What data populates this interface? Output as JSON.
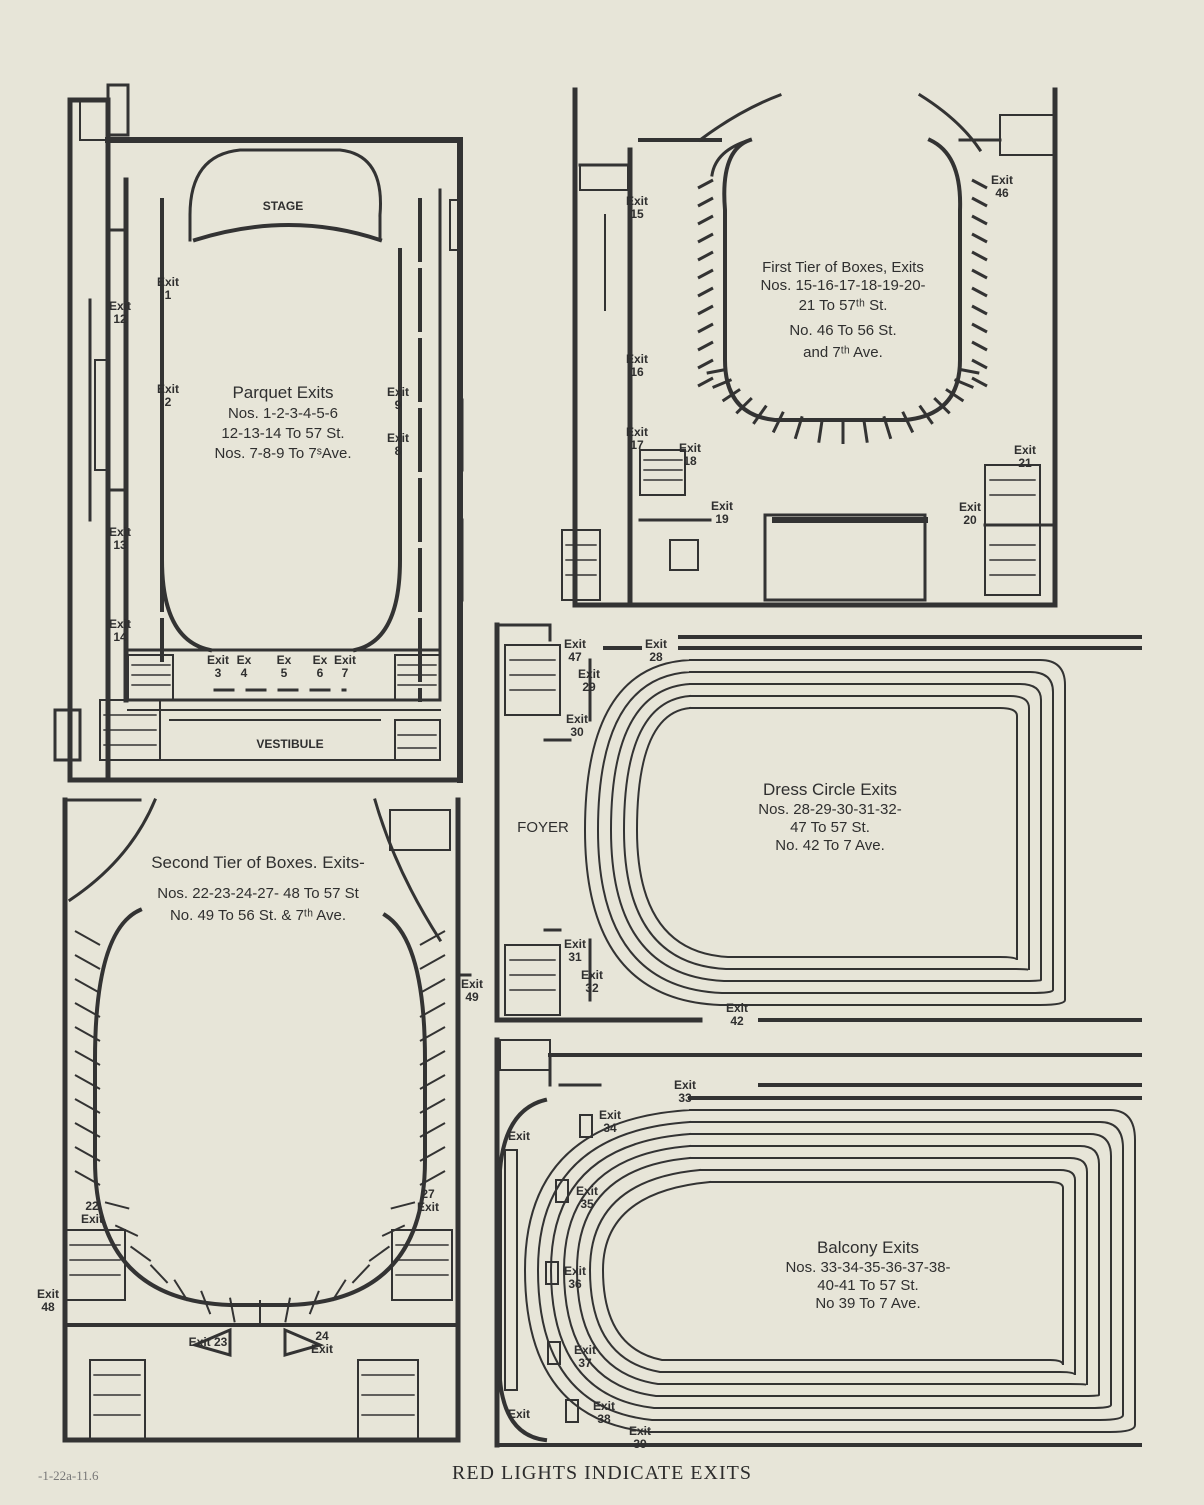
{
  "footer": {
    "title": "RED LIGHTS INDICATE EXITS",
    "catalog": "-1-22a-11.6"
  },
  "colors": {
    "paper": "#e7e5d8",
    "ink": "#2f2f2f"
  },
  "parquet": {
    "stage": "STAGE",
    "vestibule": "VESTIBULE",
    "title": "Parquet Exits",
    "lines": [
      "Nos. 1-2-3-4-5-6",
      "12-13-14 To 57 St.",
      "Nos. 7-8-9 To 7ˢAve."
    ],
    "exits": [
      {
        "a": "Exit",
        "b": "1"
      },
      {
        "a": "Exit",
        "b": "2"
      },
      {
        "a": "Exit",
        "b": "9"
      },
      {
        "a": "Exit",
        "b": "8"
      },
      {
        "a": "Exit",
        "b": "12"
      },
      {
        "a": "Exit",
        "b": "13"
      },
      {
        "a": "Exit",
        "b": "14"
      },
      {
        "a": "Exit",
        "b": "3"
      },
      {
        "a": "Ex",
        "b": "4"
      },
      {
        "a": "Ex",
        "b": "5"
      },
      {
        "a": "Ex",
        "b": "6"
      },
      {
        "a": "Exit",
        "b": "7"
      }
    ]
  },
  "first_tier": {
    "title": "First Tier of Boxes, Exits",
    "lines": [
      "Nos. 15-16-17-18-19-20-",
      "21 To 57ᵗʰ St.",
      "No. 46 To 56 St.",
      "and 7ᵗʰ Ave."
    ],
    "exits": [
      {
        "a": "Exit",
        "b": "15"
      },
      {
        "a": "Exit",
        "b": "16"
      },
      {
        "a": "Exit",
        "b": "17"
      },
      {
        "a": "Exit",
        "b": "18"
      },
      {
        "a": "Exit",
        "b": "19"
      },
      {
        "a": "Exit",
        "b": "20"
      },
      {
        "a": "Exit",
        "b": "46"
      },
      {
        "a": "Exit",
        "b": "21"
      }
    ]
  },
  "second_tier": {
    "title": "Second Tier of Boxes. Exits-",
    "lines": [
      "Nos. 22-23-24-27- 48 To 57 St",
      "No. 49 To 56 St. & 7ᵗʰ Ave."
    ],
    "exits": [
      {
        "a": "Exit",
        "b": "49"
      },
      {
        "a": "22",
        "b": "Exit"
      },
      {
        "a": "27",
        "b": "Exit"
      },
      {
        "a": "Exit",
        "b": "48"
      },
      {
        "a": "Exit 23",
        "b": ""
      },
      {
        "a": "24",
        "b": "Exit"
      }
    ]
  },
  "dress_circle": {
    "title": "Dress Circle Exits",
    "lines": [
      "Nos. 28-29-30-31-32-",
      "47 To 57 St.",
      "No. 42 To 7 Ave."
    ],
    "foyer": "FOYER",
    "exits": [
      {
        "a": "Exit",
        "b": "47"
      },
      {
        "a": "Exit",
        "b": "28"
      },
      {
        "a": "Exit",
        "b": "29"
      },
      {
        "a": "Exit",
        "b": "30"
      },
      {
        "a": "Exit",
        "b": "31"
      },
      {
        "a": "Exit",
        "b": "32"
      },
      {
        "a": "Exit",
        "b": "42"
      }
    ]
  },
  "balcony": {
    "title": "Balcony Exits",
    "lines": [
      "Nos. 33-34-35-36-37-38-",
      "40-41 To 57 St.",
      "No 39 To 7 Ave."
    ],
    "exits": [
      {
        "a": "Exit",
        "b": "33"
      },
      {
        "a": "Exit",
        "b": ""
      },
      {
        "a": "Exit",
        "b": "34"
      },
      {
        "a": "Exit",
        "b": "35"
      },
      {
        "a": "Exit",
        "b": "36"
      },
      {
        "a": "Exit",
        "b": "37"
      },
      {
        "a": "Exit",
        "b": "38"
      },
      {
        "a": "Exit",
        "b": ""
      },
      {
        "a": "Exit",
        "b": "39"
      }
    ]
  }
}
